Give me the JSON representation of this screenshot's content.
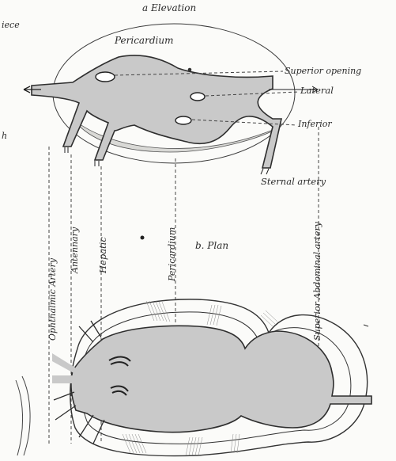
{
  "captions": {
    "elevation": "a  Elevation",
    "plan": "b. Plan"
  },
  "labels": {
    "pericardium_top": "Pericardium",
    "superior_opening": "Superior opening",
    "lateral": "Lateral",
    "inferior": "Inferior",
    "sternal_artery": "Sternal artery",
    "ophthalmic_artery": "Ophthalmic Artery",
    "antennary": "Antennary",
    "hepatic": "Hepatic",
    "pericardium_vertical": "Pericardium",
    "superior_abdominal_artery": "Superior Abdominal artery"
  },
  "fragments": {
    "top_left": "iece",
    "left_mid": "h"
  },
  "colors": {
    "heart_fill": "#c9c9c9",
    "ink": "#2e2e2e",
    "paper": "#fbfbf9"
  }
}
